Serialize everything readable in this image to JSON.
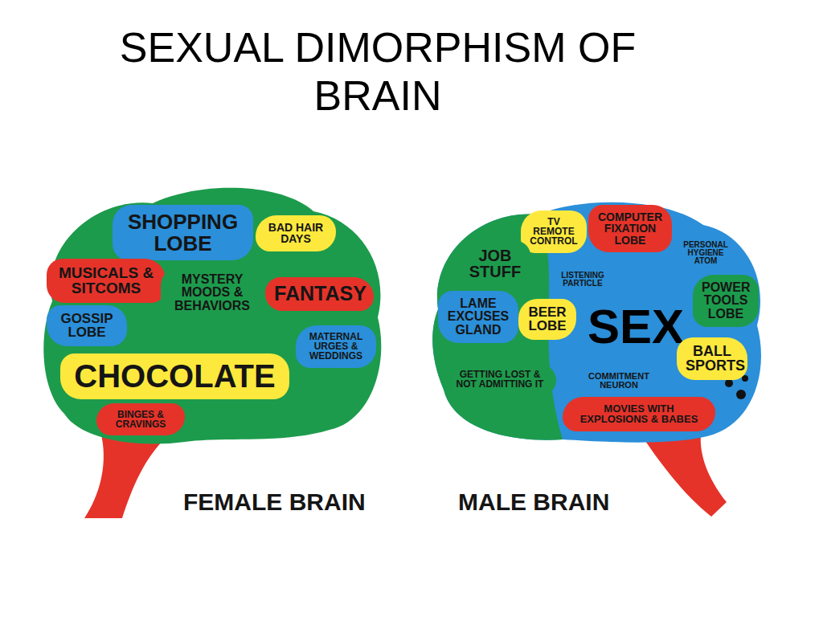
{
  "diagram": {
    "title": "SEXUAL DIMORPHISM OF BRAIN",
    "nodes": [
      {
        "text": [
          "FEMALE BRAIN"
        ]
      },
      {
        "text": [
          "SHOPPING LOBE"
        ],
        "in": 0
      },
      {
        "text": [
          "MUSICALS & SITCOMS"
        ],
        "in": 0
      },
      {
        "text": [
          "BAD HAIR DAYS"
        ],
        "in": 0
      },
      {
        "text": [
          "GOSSIP LOBE"
        ],
        "in": 0
      },
      {
        "text": [
          "MYSTERY MOODS & BEHAVIORS"
        ],
        "in": 0
      },
      {
        "text": [
          "FANTASY"
        ],
        "in": 0
      },
      {
        "text": [
          "MATERNAL URGES & WEDDINGS"
        ],
        "in": 0
      },
      {
        "text": [
          "CHOCOLATE"
        ],
        "in": 0
      },
      {
        "text": [
          "BINGES & CRAVINGS"
        ],
        "in": 0
      },
      {
        "text": [
          "MALE BRAIN"
        ]
      },
      {
        "text": [
          "TV REMOTE CONTROL"
        ],
        "in": 10
      },
      {
        "text": [
          "COMPUTER FIXATION LOBE"
        ],
        "in": 10
      },
      {
        "text": [
          "JOB STUFF"
        ],
        "in": 10
      },
      {
        "text": [
          "PERSONAL HYGIENE ATOM"
        ],
        "in": 10
      },
      {
        "text": [
          "LISTENING PARTICLE"
        ],
        "in": 10
      },
      {
        "text": [
          "LAME EXCUSES GLAND"
        ],
        "in": 10
      },
      {
        "text": [
          "BEER LOBE"
        ],
        "in": 10
      },
      {
        "text": [
          "SEX"
        ],
        "in": 10
      },
      {
        "text": [
          "POWER TOOLS LOBE"
        ],
        "in": 10
      },
      {
        "text": [
          "GETTING LOST & NOT ADMITTING IT"
        ],
        "in": 10
      },
      {
        "text": [
          "COMMITMENT NEURON"
        ],
        "in": 10
      },
      {
        "text": [
          "BALL SPORTS"
        ],
        "in": 10
      },
      {
        "text": [
          "MOVIES WITH EXPLOSIONS & BABES"
        ],
        "in": 10
      }
    ]
  }
}
